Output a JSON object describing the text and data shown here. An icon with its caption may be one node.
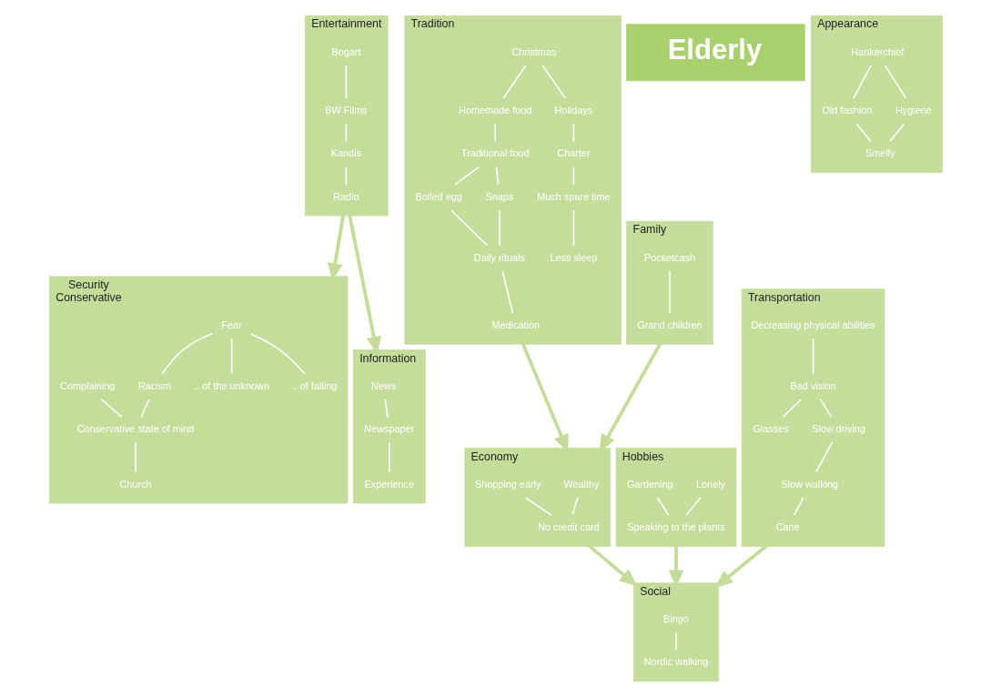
{
  "diagram": {
    "nodes": [
      {
        "text": [
          "Security",
          "Conservative"
        ]
      },
      {
        "text": [
          ".. of falling"
        ],
        "in": 0
      },
      {
        "text": [
          "Fear"
        ],
        "in": 0
      },
      {
        "text": [
          ".. of the unknown"
        ],
        "in": 0
      },
      {
        "text": [
          "Racism"
        ],
        "in": 0
      },
      {
        "text": [
          "Complaining"
        ],
        "in": 0
      },
      {
        "text": [
          "Conservative state of mind"
        ],
        "in": 0
      },
      {
        "text": [
          "Church"
        ],
        "in": 0
      },
      {
        "text": [
          "Tradition"
        ]
      },
      {
        "text": [
          "Christmas"
        ],
        "in": 8
      },
      {
        "text": [
          "Homemade food"
        ],
        "in": 8
      },
      {
        "text": [
          "Holidays"
        ],
        "in": 8
      },
      {
        "text": [
          "Traditional food"
        ],
        "in": 8
      },
      {
        "text": [
          "Boiled egg"
        ],
        "in": 8
      },
      {
        "text": [
          "Charter"
        ],
        "in": 8
      },
      {
        "text": [
          "Snaps"
        ],
        "in": 8
      },
      {
        "text": [
          "Daily rituals"
        ],
        "in": 8
      },
      {
        "text": [
          "Much spare time"
        ],
        "in": 8
      },
      {
        "text": [
          "Less sleep"
        ],
        "in": 8
      },
      {
        "text": [
          "Medication"
        ],
        "in": 8
      },
      {
        "text": [
          "Entertainment"
        ]
      },
      {
        "text": [
          "Bogart"
        ],
        "in": 20
      },
      {
        "text": [
          "BW Films"
        ],
        "in": 20
      },
      {
        "text": [
          "Kandis"
        ],
        "in": 20
      },
      {
        "text": [
          "Radio"
        ],
        "in": 20
      },
      {
        "text": [
          "Economy"
        ]
      },
      {
        "text": [
          "Wealthy"
        ],
        "in": 25
      },
      {
        "text": [
          "Shopping early"
        ],
        "in": 25
      },
      {
        "text": [
          "No credit card"
        ],
        "in": 25
      },
      {
        "text": [
          "Family"
        ]
      },
      {
        "text": [
          "Pocketcash"
        ],
        "in": 29
      },
      {
        "text": [
          "Grand children"
        ],
        "in": 29
      },
      {
        "text": [
          "Elderly"
        ]
      },
      {
        "text": [
          "Information"
        ]
      },
      {
        "text": [
          "News"
        ],
        "in": 33
      },
      {
        "text": [
          "Newspaper"
        ],
        "in": 33
      },
      {
        "text": [
          "Experience"
        ],
        "in": 33
      },
      {
        "text": [
          "Social"
        ]
      },
      {
        "text": [
          "Bingo"
        ],
        "in": 37
      },
      {
        "text": [
          "Nordic walking"
        ],
        "in": 37
      },
      {
        "text": [
          "Hobbies"
        ]
      },
      {
        "text": [
          "Lonely"
        ],
        "in": 40
      },
      {
        "text": [
          "Gardening"
        ],
        "in": 40
      },
      {
        "text": [
          "Speaking to the plants"
        ],
        "in": 40
      },
      {
        "text": [
          "Transportation"
        ]
      },
      {
        "text": [
          "Decreasing physical abilities"
        ],
        "in": 44
      },
      {
        "text": [
          "Bad vision"
        ],
        "in": 44
      },
      {
        "text": [
          "Glasses"
        ],
        "in": 44
      },
      {
        "text": [
          "Slow driving"
        ],
        "in": 44
      },
      {
        "text": [
          "Slow walking"
        ],
        "in": 44
      },
      {
        "text": [
          "Cane"
        ],
        "in": 44
      },
      {
        "text": [
          "Appearance"
        ]
      },
      {
        "text": [
          "Hankerchief"
        ],
        "in": 51
      },
      {
        "text": [
          "Old fashion"
        ],
        "in": 51
      },
      {
        "text": [
          "Hygiene"
        ],
        "in": 51
      },
      {
        "text": [
          "Smelly"
        ],
        "in": 51
      }
    ],
    "edges": [
      {
        "from": 2,
        "to": 1,
        "arrow": "none"
      },
      {
        "from": 2,
        "to": 3,
        "arrow": "none"
      },
      {
        "from": 2,
        "to": 4,
        "arrow": "none"
      },
      {
        "from": 4,
        "to": 6,
        "arrow": "none"
      },
      {
        "from": 5,
        "to": 6,
        "arrow": "none"
      },
      {
        "from": 6,
        "to": 7,
        "arrow": "none"
      },
      {
        "from": 9,
        "to": 10,
        "arrow": "none"
      },
      {
        "from": 9,
        "to": 11,
        "arrow": "none"
      },
      {
        "from": 10,
        "to": 12,
        "arrow": "none"
      },
      {
        "from": 11,
        "to": 14,
        "arrow": "none"
      },
      {
        "from": 12,
        "to": 13,
        "arrow": "none"
      },
      {
        "from": 12,
        "to": 15,
        "arrow": "none"
      },
      {
        "from": 13,
        "to": 16,
        "arrow": "none"
      },
      {
        "from": 15,
        "to": 16,
        "arrow": "none"
      },
      {
        "from": 14,
        "to": 17,
        "arrow": "none"
      },
      {
        "from": 17,
        "to": 18,
        "arrow": "none"
      },
      {
        "from": 16,
        "to": 19,
        "arrow": "none"
      },
      {
        "from": 21,
        "to": 22,
        "arrow": "none"
      },
      {
        "from": 22,
        "to": 23,
        "arrow": "none"
      },
      {
        "from": 23,
        "to": 24,
        "arrow": "none"
      },
      {
        "from": 26,
        "to": 28,
        "arrow": "none"
      },
      {
        "from": 27,
        "to": 28,
        "arrow": "none"
      },
      {
        "from": 30,
        "to": 31,
        "arrow": "none"
      },
      {
        "from": 34,
        "to": 35,
        "arrow": "none"
      },
      {
        "from": 35,
        "to": 36,
        "arrow": "none"
      },
      {
        "from": 38,
        "to": 39,
        "arrow": "none"
      },
      {
        "from": 41,
        "to": 43,
        "arrow": "none"
      },
      {
        "from": 42,
        "to": 43,
        "arrow": "none"
      },
      {
        "from": 45,
        "to": 46,
        "arrow": "none"
      },
      {
        "from": 46,
        "to": 47,
        "arrow": "none"
      },
      {
        "from": 46,
        "to": 48,
        "arrow": "none"
      },
      {
        "from": 48,
        "to": 49,
        "arrow": "none"
      },
      {
        "from": 49,
        "to": 50,
        "arrow": "none"
      },
      {
        "from": 52,
        "to": 53,
        "arrow": "none"
      },
      {
        "from": 52,
        "to": 54,
        "arrow": "none"
      },
      {
        "from": 53,
        "to": 55,
        "arrow": "none"
      },
      {
        "from": 54,
        "to": 55,
        "arrow": "none"
      },
      {
        "from": 20,
        "to": 0,
        "arrow": "to",
        "style": "thick",
        "color": "#c5dd9b"
      },
      {
        "from": 20,
        "to": 33,
        "arrow": "to",
        "style": "thick",
        "color": "#c5dd9b"
      },
      {
        "from": 8,
        "to": 25,
        "arrow": "to",
        "style": "thick",
        "color": "#c5dd9b"
      },
      {
        "from": 29,
        "to": 25,
        "arrow": "to",
        "style": "thick",
        "color": "#c5dd9b"
      },
      {
        "from": 25,
        "to": 37,
        "arrow": "to",
        "style": "thick",
        "color": "#c5dd9b"
      },
      {
        "from": 44,
        "to": 37,
        "arrow": "to",
        "style": "thick",
        "color": "#c5dd9b"
      },
      {
        "from": 40,
        "to": 37,
        "arrow": "to",
        "style": "thick",
        "color": "#c5dd9b"
      }
    ]
  }
}
